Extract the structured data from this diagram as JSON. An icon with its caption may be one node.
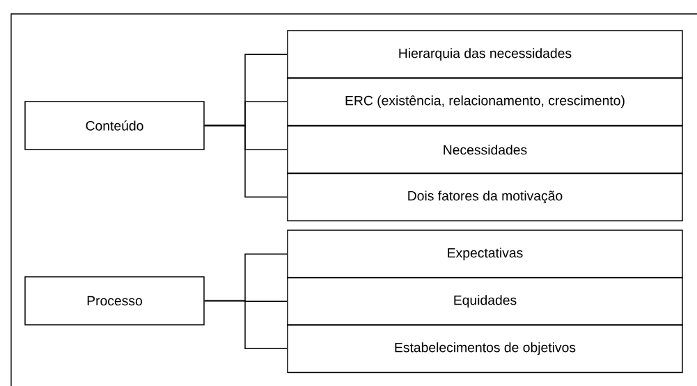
{
  "diagram": {
    "nodes": [
      {
        "text": [
          "Conteúdo"
        ]
      },
      {
        "text": [
          "Hierarquia das necessidades"
        ]
      },
      {
        "text": [
          "ERC (existência, relacionamento, crescimento)"
        ]
      },
      {
        "text": [
          "Necessidades"
        ]
      },
      {
        "text": [
          "Dois fatores da motivação"
        ]
      },
      {
        "text": [
          "Processo"
        ]
      },
      {
        "text": [
          "Expectativas"
        ]
      },
      {
        "text": [
          "Equidades"
        ]
      },
      {
        "text": [
          "Estabelecimentos de objetivos"
        ]
      }
    ],
    "edges": [
      {
        "from": 0,
        "to": 1,
        "arrow": "none"
      },
      {
        "from": 0,
        "to": 2,
        "arrow": "none"
      },
      {
        "from": 0,
        "to": 3,
        "arrow": "none"
      },
      {
        "from": 0,
        "to": 4,
        "arrow": "none"
      },
      {
        "from": 5,
        "to": 6,
        "arrow": "none"
      },
      {
        "from": 5,
        "to": 7,
        "arrow": "none"
      },
      {
        "from": 5,
        "to": 8,
        "arrow": "none"
      }
    ]
  }
}
